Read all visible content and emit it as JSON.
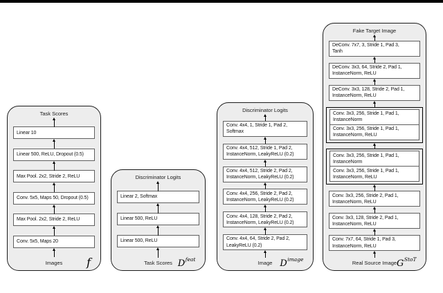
{
  "figure": {
    "top_rule_color": "#000000",
    "background_color": "#ffffff",
    "container_fill": "#ededed",
    "container_border": "#1a1a1a",
    "layer_fill": "#ffffff",
    "layer_border": "#5e5e5e"
  },
  "columns": [
    {
      "id": "task-network",
      "symbol": "f",
      "symbol_sup": "",
      "output_label": "Task Scores",
      "input_label": "Images",
      "layers": [
        {
          "lines": [
            "Linear 10"
          ]
        },
        {
          "lines": [
            "Linear 500, ReLU, Dropout (0.5)"
          ]
        },
        {
          "lines": [
            "Max Pool. 2x2, Stride 2, ReLU"
          ]
        },
        {
          "lines": [
            "Conv. 5x5, Maps 50, Dropout (0.5)"
          ]
        },
        {
          "lines": [
            "Max Pool. 2x2, Stride 2, ReLU"
          ]
        },
        {
          "lines": [
            "Conv. 5x5, Maps 20"
          ]
        }
      ]
    },
    {
      "id": "feature-discriminator",
      "symbol": "D",
      "symbol_sup": "feat",
      "output_label": "Discriminator Logits",
      "input_label": "Task Scores",
      "layers": [
        {
          "lines": [
            "Linear 2, Softmax"
          ]
        },
        {
          "lines": [
            "Linear 500, ReLU"
          ]
        },
        {
          "lines": [
            "Linear 500, ReLU"
          ]
        }
      ]
    },
    {
      "id": "image-discriminator",
      "symbol": "D",
      "symbol_sup": "image",
      "output_label": "Discriminator Logits",
      "input_label": "Image",
      "layers": [
        {
          "lines": [
            "Conv. 4x4, 1, Stride 1, Pad 2,",
            "Softmax"
          ]
        },
        {
          "lines": [
            "Conv. 4x4, 512, Stride 1, Pad 2,",
            "InstanceNorm, LeakyReLU (0.2)"
          ]
        },
        {
          "lines": [
            "Conv. 4x4, 512, Stride 2, Pad 2,",
            "InstanceNorm, LeakyReLU (0.2)"
          ]
        },
        {
          "lines": [
            "Conv. 4x4, 256, Stride 2, Pad 2,",
            "InstanceNorm, LeakyReLU (0.2)"
          ]
        },
        {
          "lines": [
            "Conv. 4x4, 128, Stride 2, Pad 2,",
            "InstanceNorm, LeakyReLU (0.2)"
          ]
        },
        {
          "lines": [
            "Conv. 4x4, 64, Stride 2, Pad 2,",
            "LeakyReLU (0.2)"
          ]
        }
      ]
    },
    {
      "id": "generator",
      "symbol": "G",
      "symbol_sup": "StoT",
      "output_label": "Fake Target Image",
      "input_label": "Real Source Image",
      "layers": [
        {
          "lines": [
            "DeConv. 7x7, 3, Stride 1, Pad 3,",
            "Tanh"
          ]
        },
        {
          "lines": [
            "DeConv. 3x3, 64, Stride 2, Pad 1,",
            "InstanceNorm, ReLU"
          ]
        },
        {
          "lines": [
            "DeConv. 3x3, 128, Stride 2, Pad 1,",
            "InstanceNorm, ReLU"
          ]
        },
        {
          "group": [
            {
              "lines": [
                "Conv. 3x3, 256, Stride 1, Pad 1,",
                "InstanceNorm"
              ]
            },
            {
              "lines": [
                "Conv. 3x3, 256, Stride 1, Pad 1,",
                "InstanceNorm, ReLU"
              ]
            }
          ]
        },
        {
          "group": [
            {
              "lines": [
                "Conv. 3x3, 256, Stride 1, Pad 1,",
                "InstanceNorm"
              ]
            },
            {
              "lines": [
                "Conv. 3x3, 256, Stride 1, Pad 1,",
                "InstanceNorm, ReLU"
              ]
            }
          ]
        },
        {
          "lines": [
            "Conv. 3x3, 256, Stride 2, Pad 1,",
            "InstanceNorm, ReLU"
          ]
        },
        {
          "lines": [
            "Conv. 3x3, 128, Stride 2, Pad 1,",
            "InstanceNorm, ReLU"
          ]
        },
        {
          "lines": [
            "Conv. 7x7, 64, Stride 1, Pad 3,",
            "InstanceNorm, ReLU"
          ]
        }
      ]
    }
  ]
}
